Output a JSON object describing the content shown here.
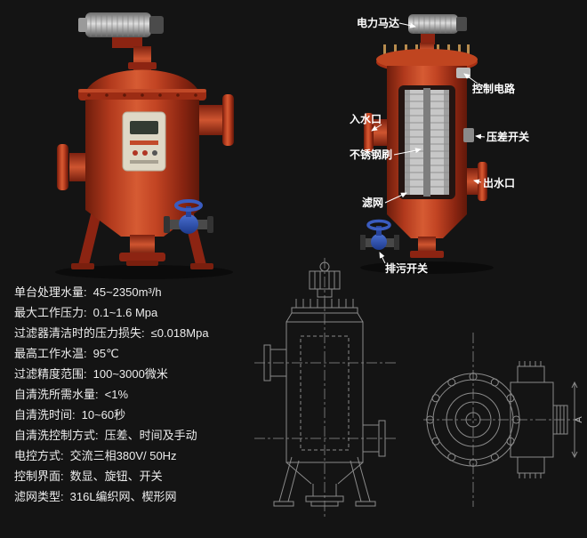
{
  "colors": {
    "background": "#141414",
    "vessel_red": "#b3301c",
    "valve_blue": "#2a4fae",
    "callout_text": "#ffffff",
    "spec_text": "#ededed",
    "drawing_line": "#8a8a8a"
  },
  "callouts": {
    "motor": "电力马达",
    "control_circuit": "控制电路",
    "inlet": "入水口",
    "pressure_switch": "压差开关",
    "brush": "不锈钢刷",
    "outlet": "出水口",
    "screen": "滤网",
    "drain": "排污开关"
  },
  "specs": [
    {
      "label": "单台处理水量:",
      "value": "45~2350m³/h"
    },
    {
      "label": "最大工作压力:",
      "value": "0.1~1.6 Mpa"
    },
    {
      "label": "过滤器清洁时的压力损失:",
      "value": "≤0.018Mpa"
    },
    {
      "label": "最高工作水温:",
      "value": "95℃"
    },
    {
      "label": "过滤精度范围:",
      "value": "100~3000微米"
    },
    {
      "label": "自清洗所需水量:",
      "value": "<1%"
    },
    {
      "label": "自清洗时间:",
      "value": "10~60秒"
    },
    {
      "label": "自清洗控制方式:",
      "value": "压差、时间及手动"
    },
    {
      "label": "电控方式:",
      "value": "交流三相380V/ 50Hz"
    },
    {
      "label": "控制界面:",
      "value": "数显、旋钮、开关"
    },
    {
      "label": "滤网类型:",
      "value": "316L编织网、楔形网"
    }
  ],
  "drawing": {
    "dimension_label": "A"
  }
}
